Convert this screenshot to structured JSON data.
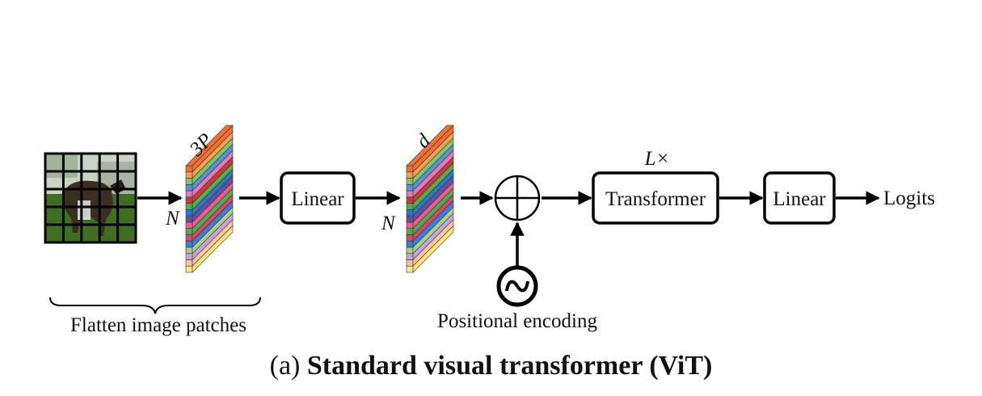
{
  "labels": {
    "patch_dim": "3P",
    "num_tokens_1": "N",
    "num_tokens_2": "N",
    "embed_dim": "d",
    "linear_1": "Linear",
    "transformer": "Transformer",
    "repeat": "L×",
    "linear_2": "Linear",
    "output": "Logits",
    "flatten": "Flatten image patches",
    "positional": "Positional encoding"
  },
  "caption": {
    "prefix": "(a) ",
    "title": "Standard visual transformer (ViT)"
  },
  "colors": {
    "stripes": [
      "#ffe680",
      "#f8c49c",
      "#c9a3d8",
      "#a8d08d",
      "#3b7dd8",
      "#d24a6a",
      "#4cae4c",
      "#e8608a",
      "#6a4fa0",
      "#2f74c8",
      "#50b04a",
      "#c43c3c",
      "#e87ab0",
      "#5c8fd8",
      "#7bc86c",
      "#f0a050",
      "#f07030"
    ],
    "image_sky": "#c9d3c6",
    "image_grass": "#3f6e22",
    "image_dog": "#3a2e22"
  }
}
